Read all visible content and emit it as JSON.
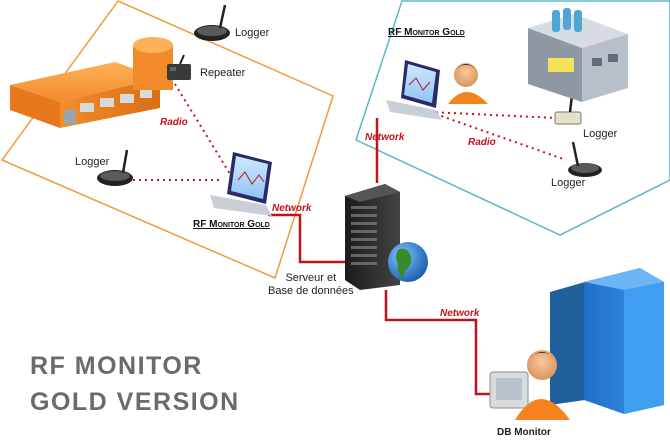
{
  "title": {
    "line1": "RF MONITOR",
    "line2": "GOLD VERSION"
  },
  "labels": {
    "logger_top": "Logger",
    "repeater": "Repeater",
    "radio_left": "Radio",
    "logger_left": "Logger",
    "rf_monitor_left": "RF Monitor Gold",
    "network_left": "Network",
    "server_line1": "Serveur et",
    "server_line2": "Base de données",
    "rf_monitor_right": "RF Monitor Gold",
    "network_right": "Network",
    "radio_right": "Radio",
    "logger_right1": "Logger",
    "logger_right2": "Logger",
    "network_bottom": "Network",
    "db_monitor": "DB Monitor"
  },
  "colors": {
    "zone_left": "#f39a3a",
    "zone_right": "#5ab7cc",
    "link": "#c0141c",
    "title": "#6b6b6b",
    "factory": "#f08a2a",
    "building_blue": "#2d7fd6"
  },
  "icons": [
    "factory-icon",
    "logger-icon",
    "repeater-icon",
    "laptop-icon",
    "user-icon",
    "server-icon",
    "globe-icon",
    "office-building-icon",
    "building-blue-icon"
  ]
}
